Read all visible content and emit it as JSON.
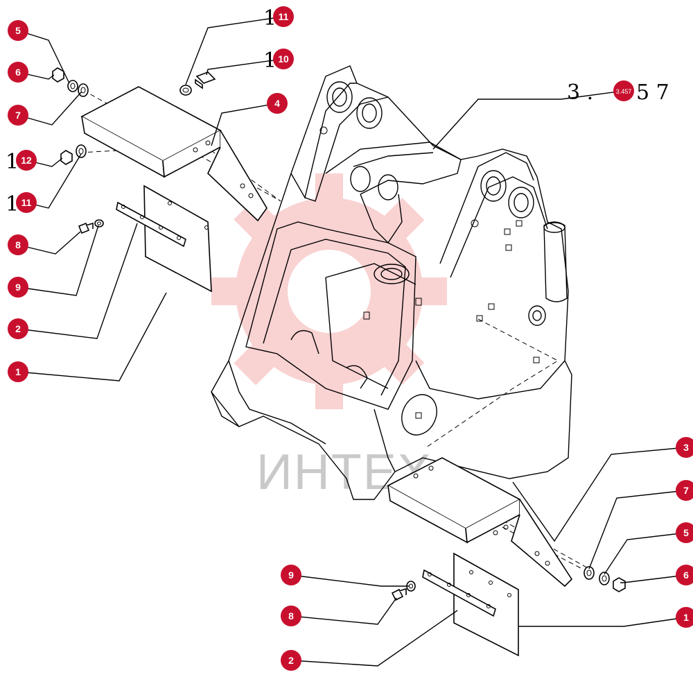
{
  "diagram": {
    "reference": {
      "prefix": "3 .",
      "badge": "3.457",
      "suffix": "5 7"
    },
    "watermark": {
      "text": "ИНТЕХ",
      "color": "#f0a0a0"
    },
    "badge_color": "#c8102e",
    "callouts": [
      {
        "id": "c-5-top",
        "label": "5"
      },
      {
        "id": "c-6-top",
        "label": "6"
      },
      {
        "id": "c-7-top",
        "label": "7"
      },
      {
        "id": "c-12",
        "label": "12"
      },
      {
        "id": "c-11-left",
        "label": "11"
      },
      {
        "id": "c-8-top",
        "label": "8"
      },
      {
        "id": "c-9-top",
        "label": "9"
      },
      {
        "id": "c-2-top",
        "label": "2"
      },
      {
        "id": "c-1-top",
        "label": "1"
      },
      {
        "id": "c-11-top",
        "label": "11"
      },
      {
        "id": "c-10",
        "label": "10"
      },
      {
        "id": "c-4",
        "label": "4"
      },
      {
        "id": "c-3",
        "label": "3"
      },
      {
        "id": "c-7-bottom",
        "label": "7"
      },
      {
        "id": "c-5-bottom",
        "label": "5"
      },
      {
        "id": "c-6-bottom",
        "label": "6"
      },
      {
        "id": "c-1-bottom",
        "label": "1"
      },
      {
        "id": "c-9-bottom",
        "label": "9"
      },
      {
        "id": "c-8-bottom",
        "label": "8"
      },
      {
        "id": "c-2-bottom",
        "label": "2"
      }
    ],
    "stray_digits": {
      "left_12": "1",
      "left_11": "1",
      "top_11": "1",
      "top_10": "1"
    }
  }
}
